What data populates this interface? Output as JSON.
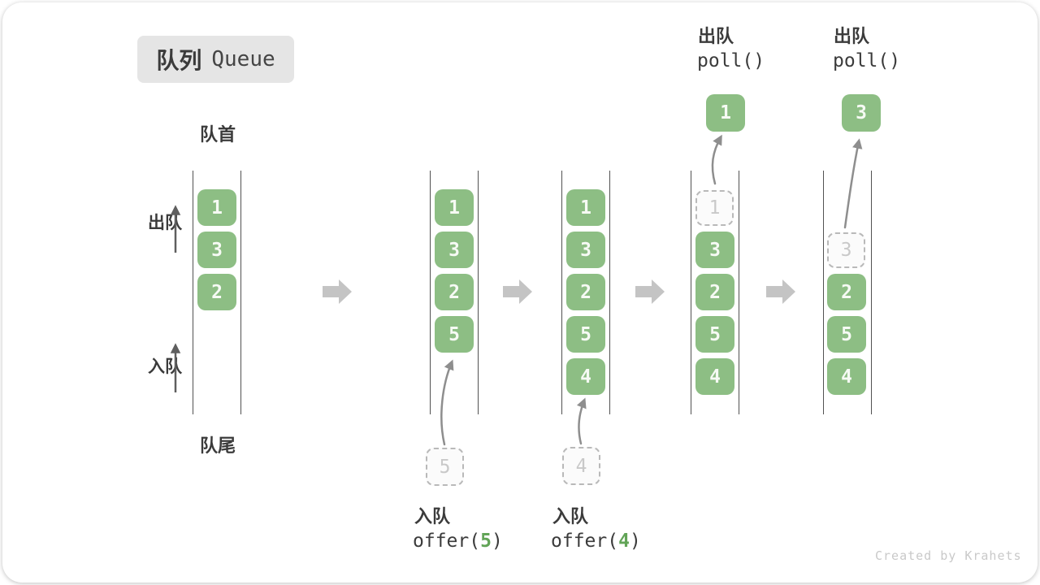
{
  "title": {
    "zh": "队列",
    "en": "Queue"
  },
  "labels": {
    "front": "队首",
    "rear": "队尾",
    "dequeue_side": "出队",
    "enqueue_side": "入队"
  },
  "operations": {
    "enqueue_5": {
      "name": "入队",
      "code": "offer(",
      "arg": "5",
      "close": ")"
    },
    "enqueue_4": {
      "name": "入队",
      "code": "offer(",
      "arg": "4",
      "close": ")"
    },
    "dequeue_1": {
      "name": "出队",
      "code": "poll()",
      "value": "1"
    },
    "dequeue_3": {
      "name": "出队",
      "code": "poll()",
      "value": "3"
    }
  },
  "queues": [
    {
      "slots": [
        {
          "v": "1"
        },
        {
          "v": "3"
        },
        {
          "v": "2"
        }
      ]
    },
    {
      "slots": [
        {
          "v": "1"
        },
        {
          "v": "3"
        },
        {
          "v": "2"
        },
        {
          "v": "5"
        }
      ]
    },
    {
      "slots": [
        {
          "v": "1"
        },
        {
          "v": "3"
        },
        {
          "v": "2"
        },
        {
          "v": "5"
        },
        {
          "v": "4"
        }
      ]
    },
    {
      "slots": [
        {
          "v": "1",
          "dashed": true
        },
        {
          "v": "3"
        },
        {
          "v": "2"
        },
        {
          "v": "5"
        },
        {
          "v": "4"
        }
      ]
    },
    {
      "slots": [
        {
          "v": "3",
          "dashed": true
        },
        {
          "v": "2"
        },
        {
          "v": "5"
        },
        {
          "v": "4"
        }
      ]
    }
  ],
  "watermark": "Created by Krahets",
  "colors": {
    "green": "#8DBE84",
    "green-dark": "#62A457",
    "ink": "#3B3B3B",
    "line": "#525252",
    "arrow-gray": "#C4C4C4",
    "curve-gray": "#8E8E8E",
    "dash-border": "#B9B9B9",
    "dash-text": "#C9C9C9",
    "badge-bg": "#E5E5E5",
    "watermark": "#C9C9C9"
  }
}
